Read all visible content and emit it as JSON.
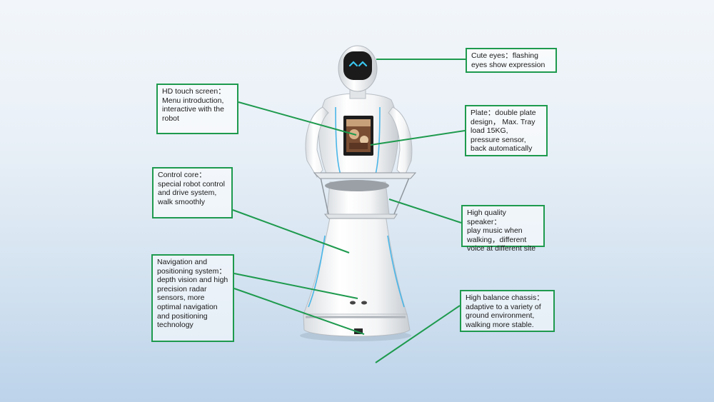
{
  "diagram": {
    "callouts": [
      {
        "id": "eyes",
        "text": "Cute eyes：flashing\neyes show expression"
      },
      {
        "id": "screen",
        "text": "HD touch screen：\nMenu introduction,\ninteractive with the\nrobot"
      },
      {
        "id": "plate",
        "text": "Plate：double plate\ndesign，  Max. Tray\nload 15KG,\npressure sensor,\nback automatically"
      },
      {
        "id": "core",
        "text": "Control core：\nspecial robot control\nand drive system,\nwalk smoothly"
      },
      {
        "id": "speaker",
        "text": "High quality speaker：\nplay music when\nwalking，different\nvoice at different site"
      },
      {
        "id": "nav",
        "text": "Navigation and\npositioning system：\ndepth vision and high\nprecision radar\nsensors, more\noptimal navigation\nand positioning\ntechnology"
      },
      {
        "id": "chassis",
        "text": "High balance chassis：\nadaptive to a variety of\nground environment,\nwalking more stable."
      }
    ]
  },
  "colors": {
    "leader_line": "#1e9a4e",
    "robot_body": "#f7f8f9",
    "robot_face": "#1b1b1b",
    "eye_glow": "#39c6f0"
  },
  "icons": {
    "robot": "service-robot-illustration"
  }
}
